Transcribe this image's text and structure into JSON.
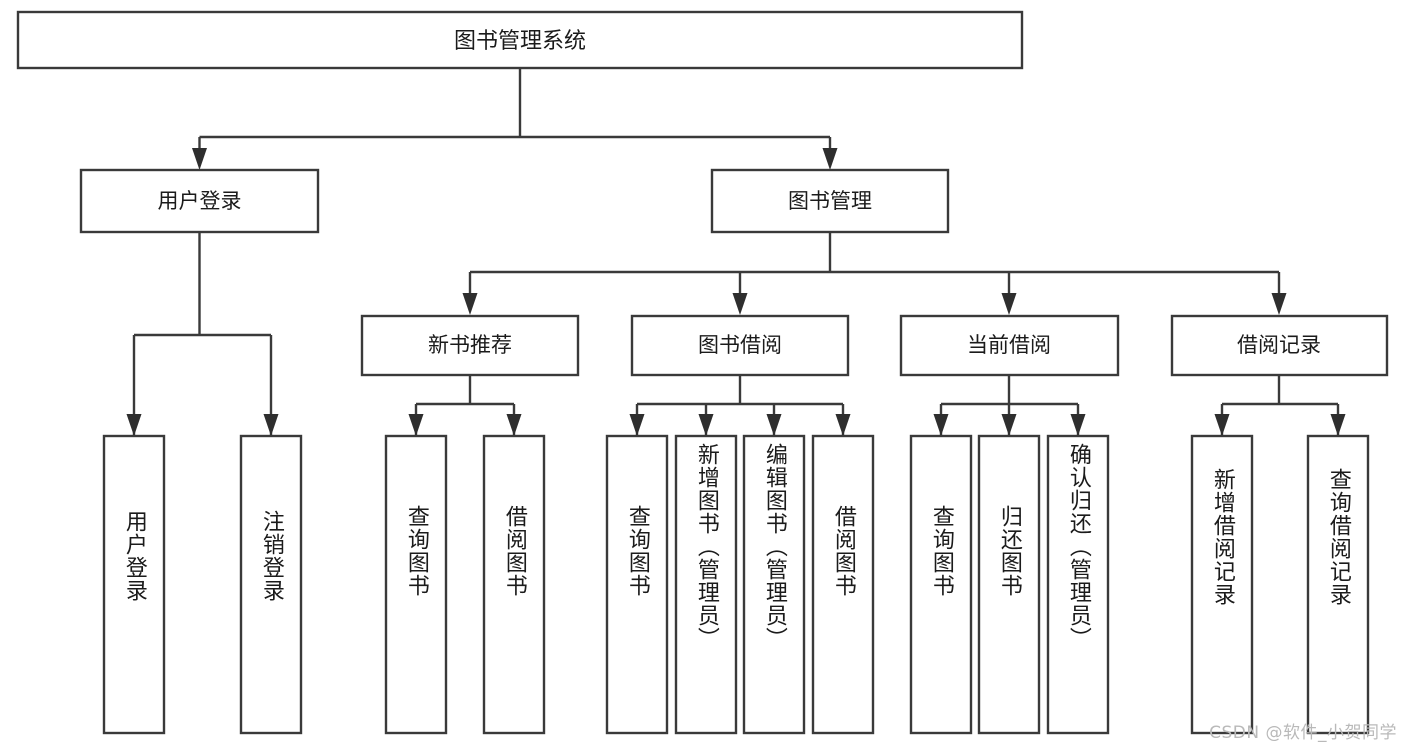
{
  "diagram": {
    "type": "tree-hierarchy-chart",
    "title": "图书管理系统",
    "watermark": "CSDN @软件_小贺同学",
    "colors": {
      "box_stroke": "#3a3a3a",
      "box_fill": "#ffffff",
      "connector": "#3a3a3a",
      "text": "#1b1b1b",
      "watermark": "#b9b9b9",
      "background": "#ffffff"
    },
    "levels": {
      "root": {
        "label": "图书管理系统"
      },
      "level2": [
        {
          "id": "user-login",
          "label": "用户登录"
        },
        {
          "id": "book-management",
          "label": "图书管理"
        }
      ],
      "level3": [
        {
          "id": "new-book-recommend",
          "label": "新书推荐",
          "parent": "book-management"
        },
        {
          "id": "book-borrow",
          "label": "图书借阅",
          "parent": "book-management"
        },
        {
          "id": "current-borrow",
          "label": "当前借阅",
          "parent": "book-management"
        },
        {
          "id": "borrow-record",
          "label": "借阅记录",
          "parent": "book-management"
        }
      ],
      "leaves": [
        {
          "id": "leaf-user-login",
          "label": "用户登录",
          "parent": "user-login"
        },
        {
          "id": "leaf-user-logout",
          "label": "注销登录",
          "parent": "user-login"
        },
        {
          "id": "leaf-query-book-1",
          "label": "查询图书",
          "parent": "new-book-recommend"
        },
        {
          "id": "leaf-borrow-book-1",
          "label": "借阅图书",
          "parent": "new-book-recommend"
        },
        {
          "id": "leaf-query-book-2",
          "label": "查询图书",
          "parent": "book-borrow"
        },
        {
          "id": "leaf-add-book",
          "label": "新增图书（管理员）",
          "parent": "book-borrow"
        },
        {
          "id": "leaf-edit-book",
          "label": "编辑图书（管理员）",
          "parent": "book-borrow"
        },
        {
          "id": "leaf-borrow-book-2",
          "label": "借阅图书",
          "parent": "book-borrow"
        },
        {
          "id": "leaf-query-book-3",
          "label": "查询图书",
          "parent": "current-borrow"
        },
        {
          "id": "leaf-return-book",
          "label": "归还图书",
          "parent": "current-borrow"
        },
        {
          "id": "leaf-confirm-return",
          "label": "确认归还（管理员）",
          "parent": "current-borrow"
        },
        {
          "id": "leaf-add-record",
          "label": "新增借阅记录",
          "parent": "borrow-record"
        },
        {
          "id": "leaf-query-record",
          "label": "查询借阅记录",
          "parent": "borrow-record"
        }
      ]
    }
  }
}
